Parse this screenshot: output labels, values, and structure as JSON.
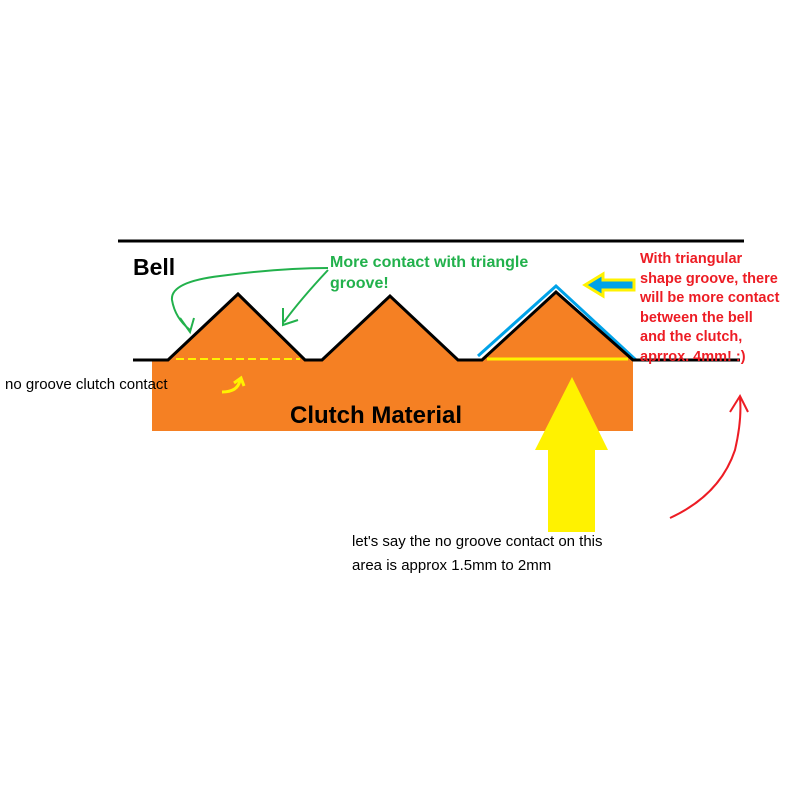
{
  "labels": {
    "bell": "Bell",
    "clutch_material": "Clutch Material",
    "no_groove_contact": "no groove clutch contact",
    "green_note": [
      "More contact with triangle",
      "groove!"
    ],
    "red_note": [
      "With triangular",
      "shape groove, there",
      "will be more contact",
      "between the bell",
      "and the clutch,",
      "aprrox. 4mm! :)"
    ],
    "bottom_note": [
      "let's say the no groove contact  on this",
      "area is approx 1.5mm to 2mm"
    ]
  },
  "colors": {
    "orange": "#f58023",
    "green": "#22b14c",
    "red": "#ed1c24",
    "yellow": "#fff200",
    "blue": "#00a2e8",
    "black": "#000000"
  }
}
